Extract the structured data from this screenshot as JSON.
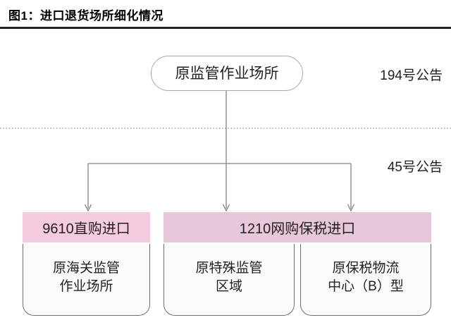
{
  "figure": {
    "title": "图1：进口退货场所细化情况"
  },
  "diagram": {
    "root": {
      "label": "原监管作业场所"
    },
    "era_labels": {
      "upper": "194号公告",
      "lower": "45号公告"
    },
    "channels": [
      {
        "id": "9610",
        "header": "9610直购进口",
        "header_color": "#f4cbdf",
        "leaves": [
          {
            "lines": [
              "原海关监管",
              "作业场所"
            ]
          }
        ]
      },
      {
        "id": "1210",
        "header": "1210网购保税进口",
        "header_color": "#e7c7da",
        "leaves": [
          {
            "lines": [
              "原特殊监管",
              "区域"
            ]
          },
          {
            "lines": [
              "原保税物流",
              "中心（B）型"
            ]
          }
        ]
      }
    ],
    "colors": {
      "rule": "#231f20",
      "connector": "#808285",
      "divider": "#939598",
      "node_border": "#a7a9ac",
      "leaf_border": "#6d6e71",
      "leaf_fill": "#fbfafb"
    }
  }
}
